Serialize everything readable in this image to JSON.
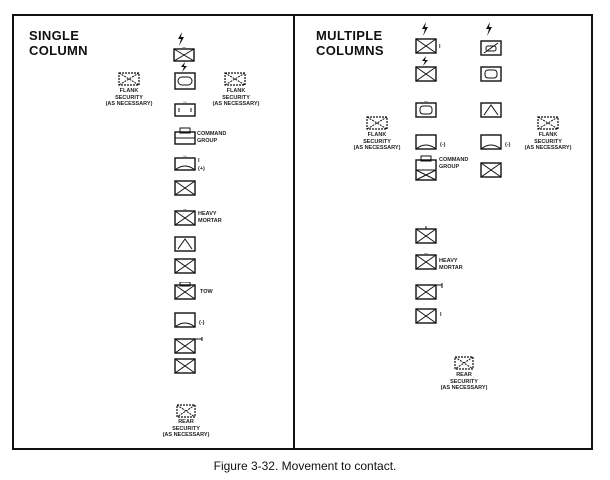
{
  "figure": {
    "caption": "Figure 3-32. Movement to contact."
  },
  "single_column": {
    "title_line1": "SINGLE",
    "title_line2": "COLUMN",
    "labels": {
      "flank_left": [
        "FLANK",
        "SECURITY",
        "(AS NECESSARY)"
      ],
      "flank_right": [
        "FLANK",
        "SECURITY",
        "(AS NECESSARY)"
      ],
      "command_group": [
        "COMMAND",
        "GROUP"
      ],
      "heavy_mortar": [
        "HEAVY",
        "MORTAR"
      ],
      "tow": "TOW",
      "rear_security": [
        "REAR",
        "SECURITY",
        "(AS NECESSARY)"
      ],
      "tag_i": "I",
      "tag_i_2": "(+)",
      "tag_vi": "(-)"
    }
  },
  "multiple_columns": {
    "title_line1": "MULTIPLE",
    "title_line2": "COLUMNS",
    "labels": {
      "flank_left": [
        "FLANK",
        "SECURITY",
        "(AS NECESSARY)"
      ],
      "flank_right": [
        "FLANK",
        "SECURITY",
        "(AS NECESSARY)"
      ],
      "command_group": [
        "COMMAND",
        "GROUP"
      ],
      "heavy_mortar": [
        "HEAVY",
        "MORTAR"
      ],
      "rear_security": [
        "REAR",
        "SECURITY",
        "(AS NECESSARY)"
      ],
      "tag_i": "I",
      "tag_iv": "(-)"
    }
  },
  "icons": [
    "lightning-icon",
    "armor-unit-icon",
    "mortar-unit-icon",
    "recon-unit-icon",
    "tow-unit-icon"
  ]
}
